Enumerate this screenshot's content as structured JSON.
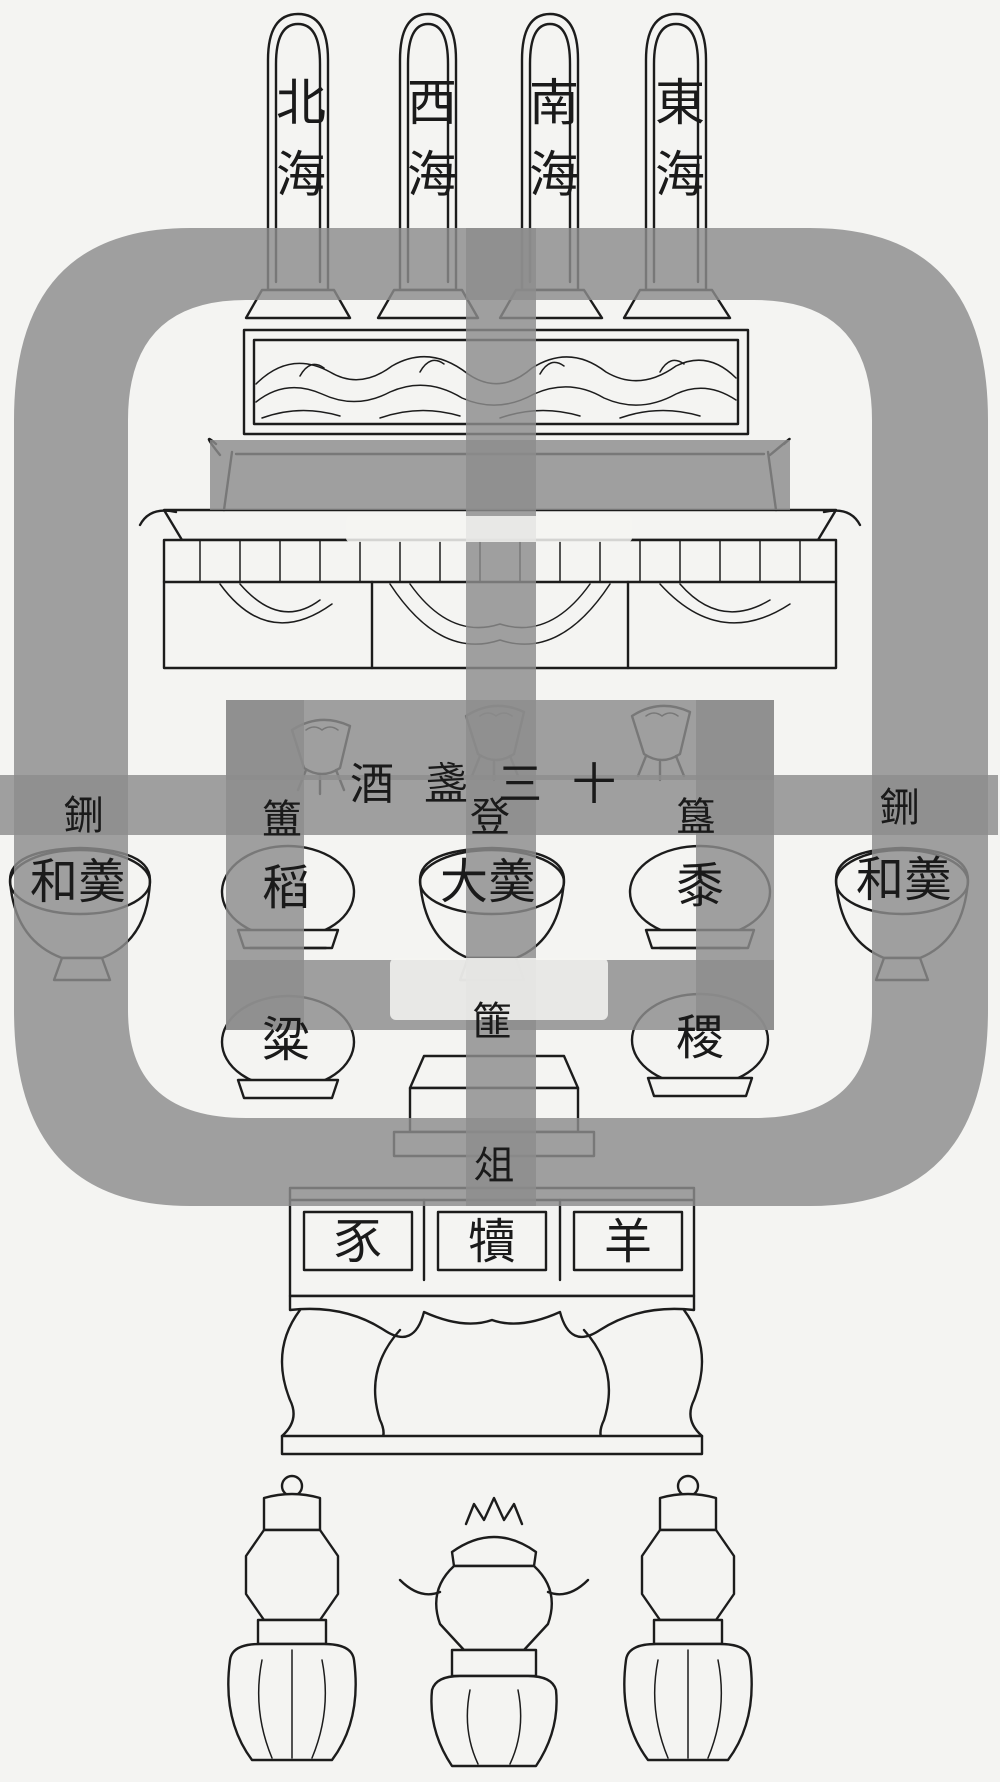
{
  "tablets": [
    {
      "text": "北海"
    },
    {
      "text": "西海"
    },
    {
      "text": "南海"
    },
    {
      "text": "東海"
    }
  ],
  "wine_cups_label": "酒盞三十",
  "vessels": {
    "xing_left": {
      "name": "鉶",
      "content": "和羮"
    },
    "fu": {
      "name": "簠",
      "content": "稻"
    },
    "deng": {
      "name": "登",
      "content": "大羮"
    },
    "gui": {
      "name": "簋",
      "content": "黍"
    },
    "xing_right": {
      "name": "鉶",
      "content": "和羮"
    },
    "fu_lower": {
      "content": "粱"
    },
    "gui_lower": {
      "content": "稷"
    },
    "basket": {
      "name": "篚"
    }
  },
  "zu": {
    "name": "俎",
    "items": [
      {
        "text": "豕"
      },
      {
        "text": "犢"
      },
      {
        "text": "羊"
      }
    ]
  },
  "colors": {
    "ink": "#1c1c1c",
    "paper": "#f4f4f2",
    "watermark": "#8c8c8c"
  }
}
